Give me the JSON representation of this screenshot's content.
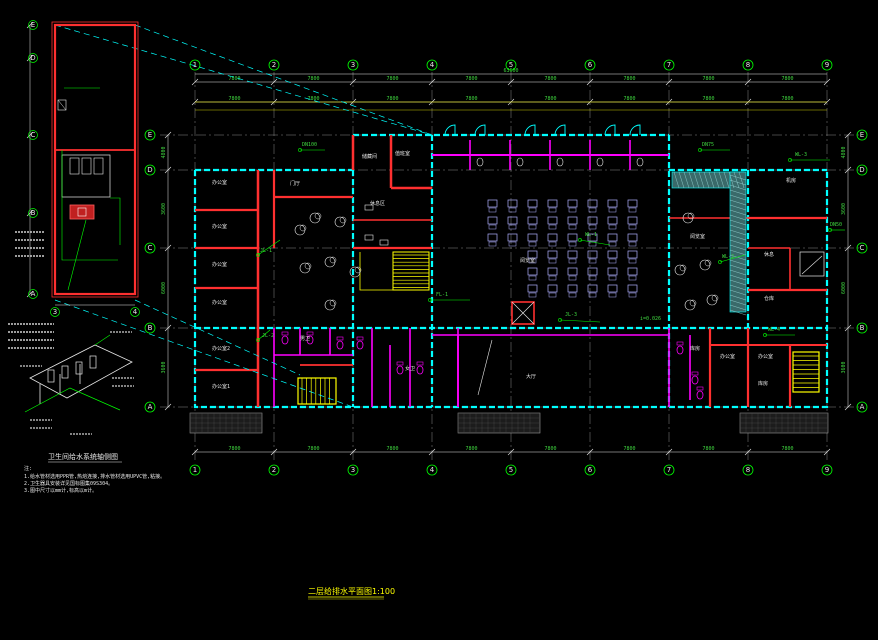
{
  "drawing": {
    "title": "二层给排水平面图1:100",
    "detail_title": "卫生间给水系统轴侧图",
    "notes_heading": "注:",
    "notes": [
      "1.给水管材选用PPR管,热熔连接,排水管材选用UPVC管,粘接。",
      "2.卫生器具安装详见国标图集09S304。",
      "3.图中尺寸以mm计,标高以m计。"
    ]
  },
  "grid_axes": {
    "columns": [
      "1",
      "2",
      "3",
      "4",
      "5",
      "6",
      "7",
      "8",
      "9"
    ],
    "rows": [
      "A",
      "B",
      "C",
      "D",
      "E"
    ],
    "detail_rows": [
      "E",
      "D",
      "C",
      "B",
      "A"
    ],
    "detail_cols": [
      "3",
      "4"
    ]
  },
  "dimensions": {
    "top_overall": "63600",
    "top_bays": [
      "7800",
      "7800",
      "7800",
      "7800",
      "7800",
      "7800",
      "7800",
      "7800"
    ],
    "bottom_bays": [
      "7800",
      "7800",
      "7800",
      "7800",
      "7800",
      "7800",
      "7800",
      "7800"
    ],
    "left_bays": [
      "4800",
      "3600",
      "6000",
      "3600"
    ],
    "right_bays": [
      "4800",
      "3600",
      "6000",
      "3600"
    ]
  },
  "room_labels": [
    "办公室",
    "办公室",
    "办公室",
    "办公室",
    "办公室2",
    "办公室1",
    "门厅",
    "值班室",
    "休息区",
    "阅览室",
    "阅览室",
    "机房",
    "休息",
    "仓库",
    "办公室",
    "库房",
    "男卫",
    "女卫",
    "大厅",
    "库房",
    "储藏间",
    "办公室"
  ],
  "pipe_labels": [
    "JL-1",
    "JL-2",
    "WL-1",
    "WL-2",
    "WL-3",
    "FL-1",
    "JL-3",
    "WL-4",
    "DN50",
    "DN75",
    "DN100",
    "i=0.026"
  ],
  "colors": {
    "background": "#000000",
    "wall": "#ff3030",
    "cyan": "#00ffff",
    "magenta": "#ff00ff",
    "yellow": "#ffff00",
    "green": "#00ff00",
    "grid": "#c0c0c0",
    "blue": "#4080ff"
  },
  "icons": [
    "column-grid-bubble",
    "chair-icon",
    "plant-icon",
    "stair-icon",
    "toilet-icon",
    "sink-icon"
  ]
}
